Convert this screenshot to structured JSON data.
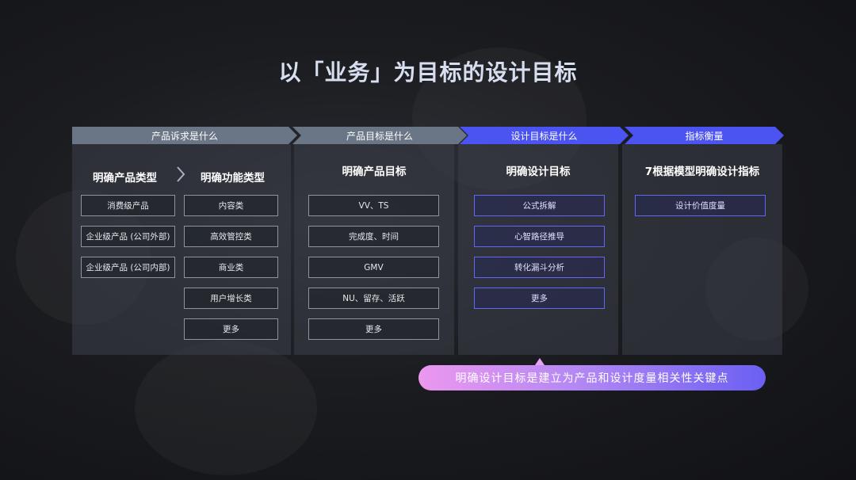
{
  "title": "以「业务」为目标的设计目标",
  "banners": [
    "产品诉求是什么",
    "产品目标是什么",
    "设计目标是什么",
    "指标衡量"
  ],
  "headings": {
    "product_type": "明确产品类型",
    "function_type": "明确功能类型",
    "product_goal": "明确产品目标",
    "design_goal": "明确设计目标",
    "indicator": "7根据模型明确设计指标"
  },
  "product_types": [
    "消费级产品",
    "企业级产品 (公司外部)",
    "企业级产品 (公司内部)"
  ],
  "function_types": [
    "内容类",
    "高效管控类",
    "商业类",
    "用户增长类",
    "更多"
  ],
  "product_goals": [
    "VV、TS",
    "完成度、时间",
    "GMV",
    "NU、留存、活跃",
    "更多"
  ],
  "design_goals": [
    "公式拆解",
    "心智路径推导",
    "转化漏斗分析",
    "更多"
  ],
  "indicators": [
    "设计价值度量"
  ],
  "callout": "明确设计目标是建立为产品和设计度量相关性关键点",
  "colors": {
    "accent_blue": "#4b53f0",
    "banner_gray": "#6a7585",
    "pill_start": "#ec98ee",
    "pill_end": "#6a60f2"
  }
}
